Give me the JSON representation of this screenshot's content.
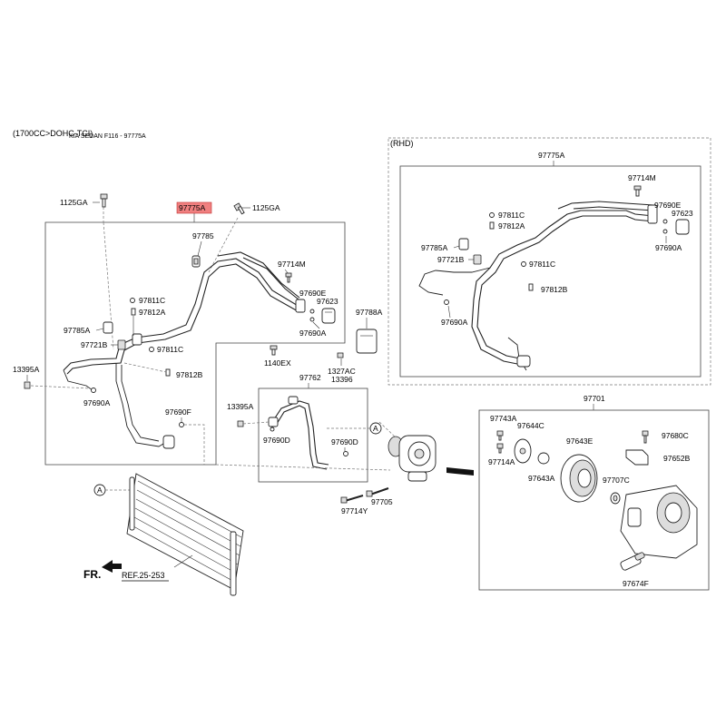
{
  "header": {
    "engine": "(1700CC>DOHC-TCI)",
    "overlay": "KIA SEDAN F116 - 97775A"
  },
  "rhd_label": "(RHD)",
  "highlight": {
    "part": "97775A",
    "color": "#f08080"
  },
  "main_labels": {
    "p1125ga_l": "1125GA",
    "p97775a": "97775A",
    "p1125ga_r": "1125GA",
    "p97785": "97785",
    "p97714m": "97714M",
    "p97690e": "97690E",
    "p97623": "97623",
    "p97690a_r": "97690A",
    "p97811c_1": "97811C",
    "p97812a": "97812A",
    "p97785a": "97785A",
    "p97721b": "97721B",
    "p97811c_2": "97811C",
    "p97812b": "97812B",
    "p13395a": "13395A",
    "p97690a_l": "97690A",
    "p97690f": "97690F",
    "p1140ex": "1140EX",
    "p97788a": "97788A",
    "p1327ac": "1327AC",
    "p13396": "13396",
    "p97762": "97762",
    "p13395a_2": "13395A",
    "p97690d_1": "97690D",
    "p97690d_2": "97690D",
    "p97714y": "97714Y",
    "p97705": "97705",
    "callout_a": "A",
    "fr": "FR.",
    "ref": "REF.25-253"
  },
  "rhd_labels": {
    "p97775a": "97775A",
    "p97714m": "97714M",
    "p97690e": "97690E",
    "p97623": "97623",
    "p97811c_1": "97811C",
    "p97812a": "97812A",
    "p97785a": "97785A",
    "p97721b": "97721B",
    "p97811c_2": "97811C",
    "p97812b": "97812B",
    "p97690a_1": "97690A",
    "p97690a_2": "97690A"
  },
  "compressor_labels": {
    "p97701": "97701",
    "p97743a": "97743A",
    "p97644c": "97644C",
    "p97714a": "97714A",
    "p97643a": "97643A",
    "p97643e": "97643E",
    "p97680c": "97680C",
    "p97652b": "97652B",
    "p97707c": "97707C",
    "p97674f": "97674F"
  }
}
